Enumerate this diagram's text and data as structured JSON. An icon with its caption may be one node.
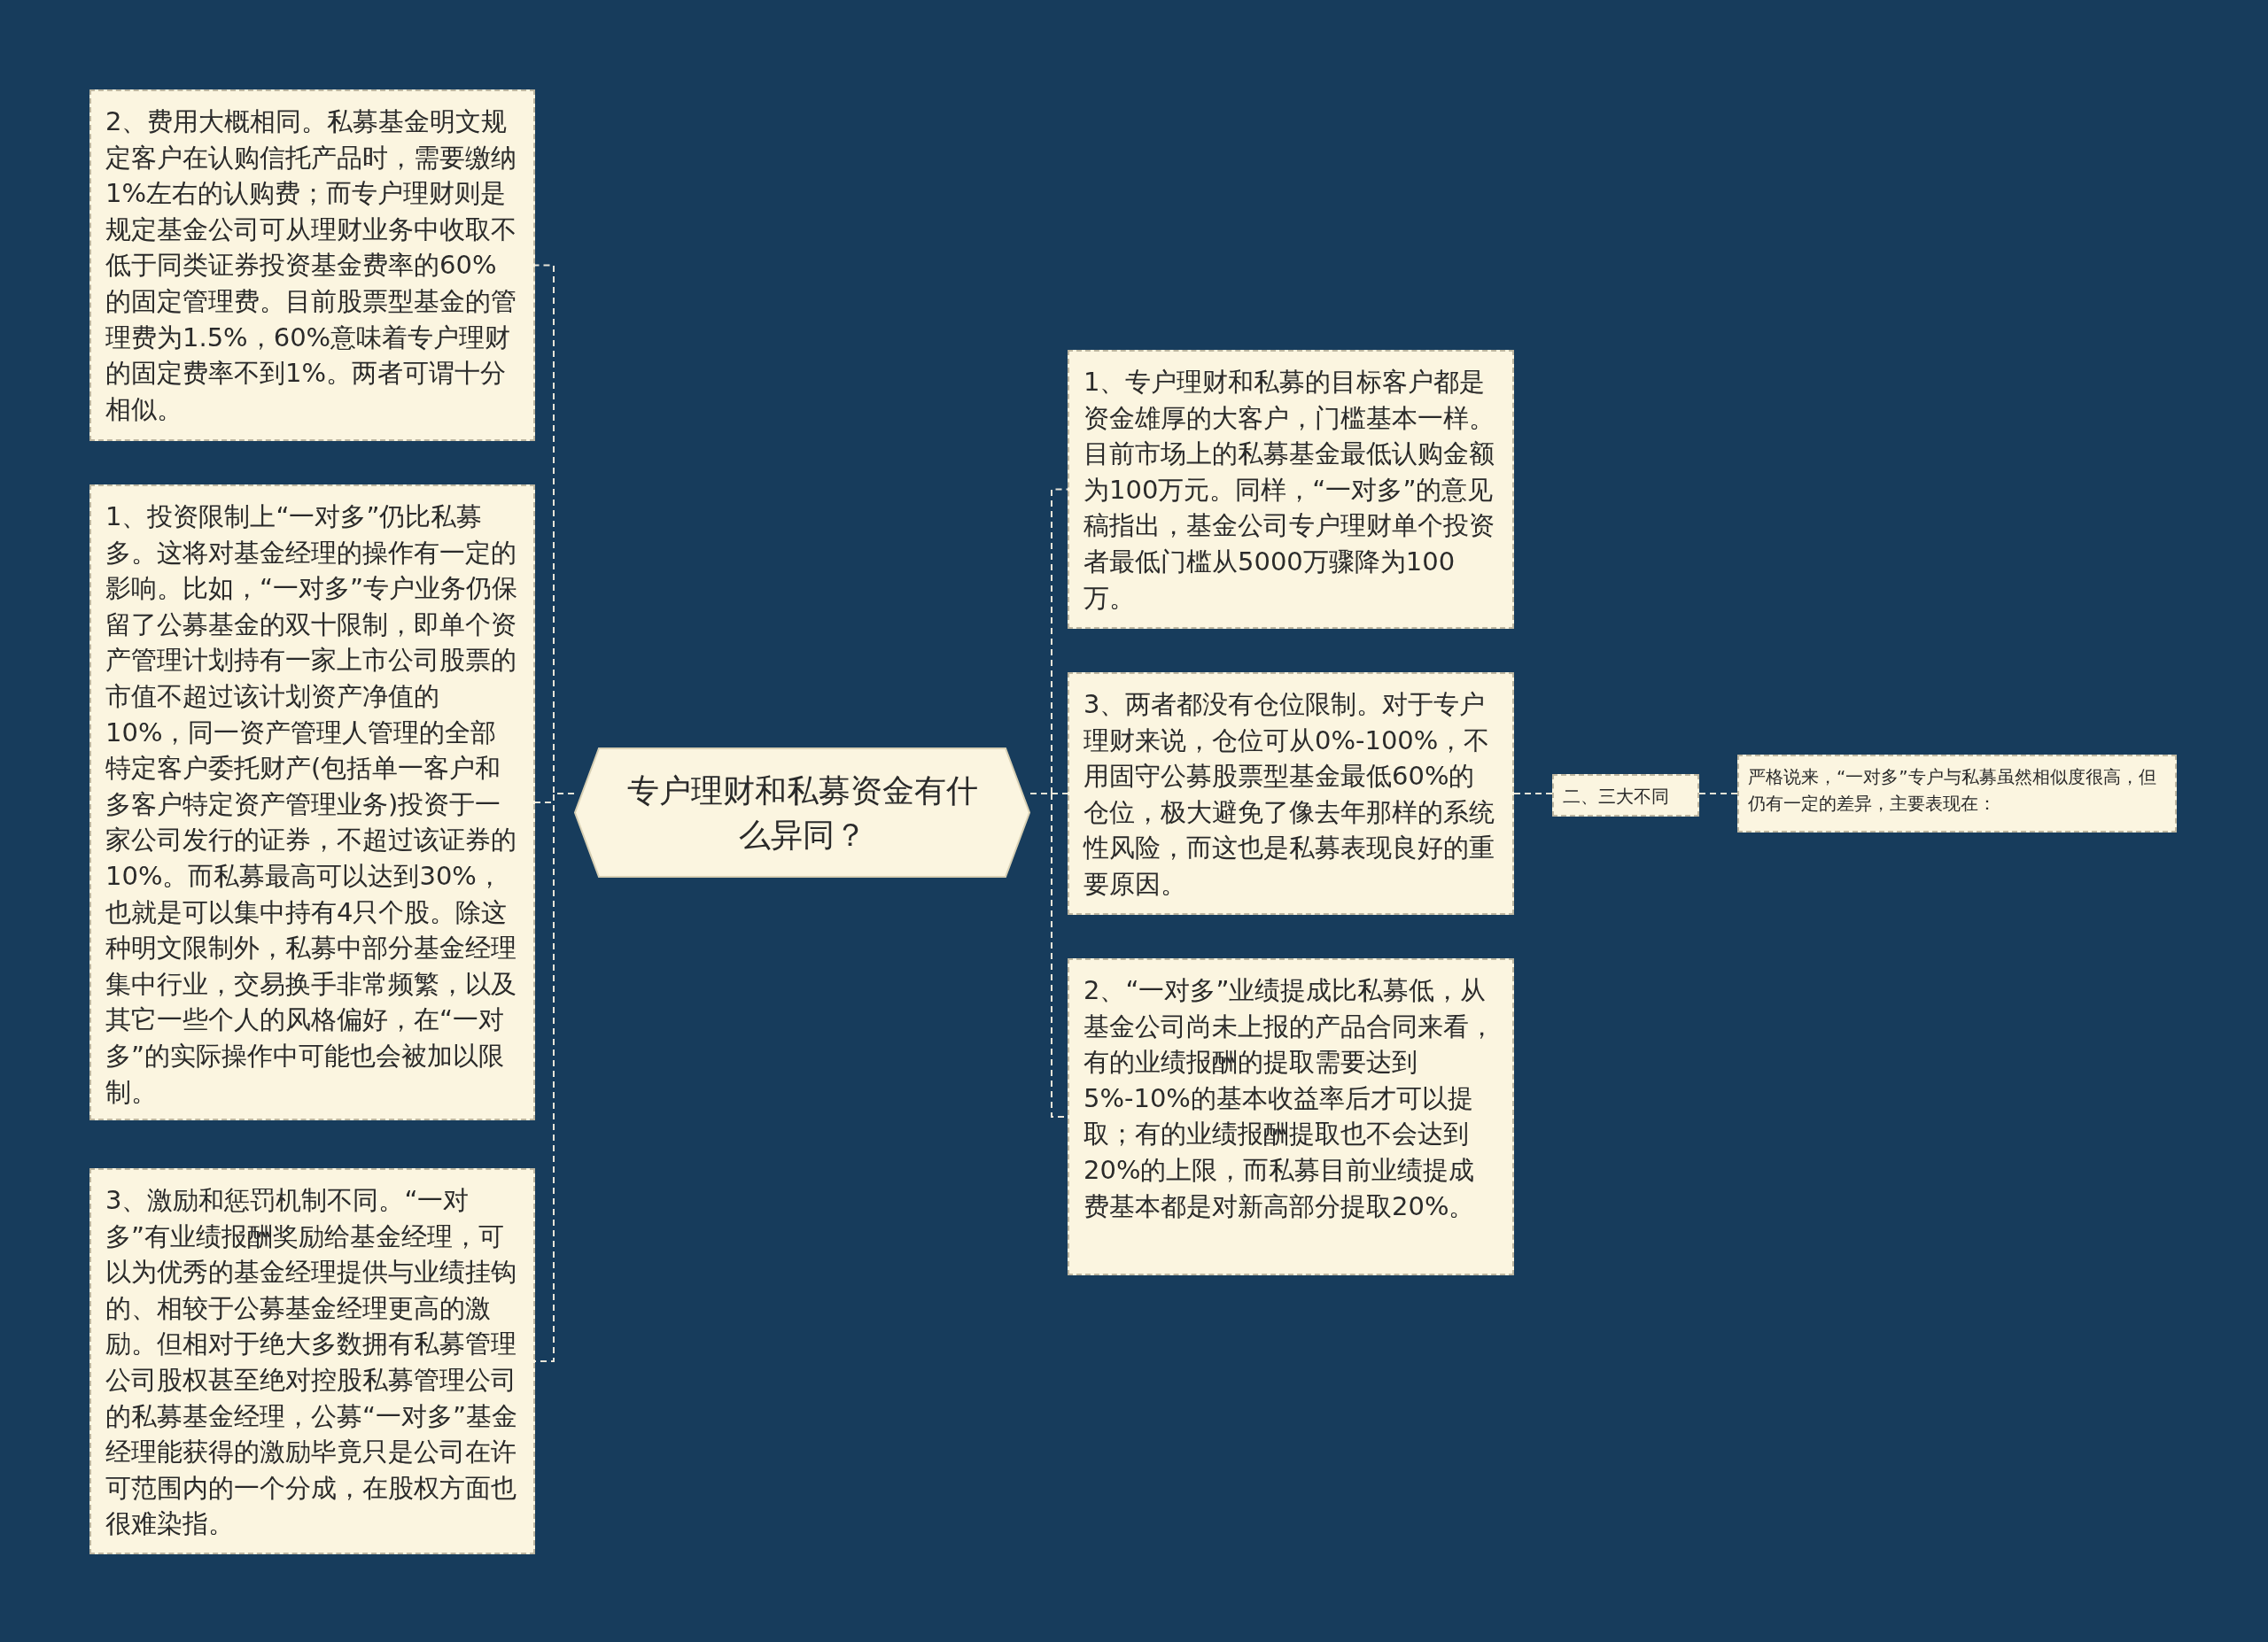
{
  "diagram": {
    "nodes": [
      {
        "text": [
          "专户理财和私募资金有什么异同？"
        ]
      },
      {
        "text": [
          "2、费用大概相同。私募基金明文规定客户在认购信托产品时，需要缴纳1%左右的认购费；而专户理财则是规定基金公司可从理财业务中收取不低于同类证券投资基金费率的60%的固定管理费。目前股票型基金的管理费为1.5%，60%意味着专户理财的固定费率不到1%。两者可谓十分相似。"
        ]
      },
      {
        "text": [
          "1、投资限制上“一对多”仍比私募多。这将对基金经理的操作有一定的影响。比如，“一对多”专户业务仍保留了公募基金的双十限制，即单个资产管理计划持有一家上市公司股票的市值不超过该计划资产净值的10%，同一资产管理人管理的全部特定客户委托财产(包括单一客户和多客户特定资产管理业务)投资于一家公司发行的证券，不超过该证券的10%。而私募最高可以达到30%，也就是可以集中持有4只个股。除这种明文限制外，私募中部分基金经理集中行业，交易换手非常频繁，以及其它一些个人的风格偏好，在“一对多”的实际操作中可能也会被加以限制。"
        ]
      },
      {
        "text": [
          "3、激励和惩罚机制不同。“一对多”有业绩报酬奖励给基金经理，可以为优秀的基金经理提供与业绩挂钩的、相较于公募基金经理更高的激励。但相对于绝大多数拥有私募管理公司股权甚至绝对控股私募管理公司的私募基金经理，公募“一对多”基金经理能获得的激励毕竟只是公司在许可范围内的一个分成，在股权方面也很难染指。"
        ]
      },
      {
        "text": [
          "1、专户理财和私募的目标客户都是资金雄厚的大客户，门槛基本一样。目前市场上的私募基金最低认购金额为100万元。同样，“一对多”的意见稿指出，基金公司专户理财单个投资者最低门槛从5000万骤降为100万。"
        ]
      },
      {
        "text": [
          "3、两者都没有仓位限制。对于专户理财来说，仓位可从0%-100%，不用固守公募股票型基金最低60%的仓位，极大避免了像去年那样的系统性风险，而这也是私募表现良好的重要原因。"
        ]
      },
      {
        "text": [
          "2、“一对多”业绩提成比私募低，从基金公司尚未上报的产品合同来看，有的业绩报酬的提取需要达到5%-10%的基本收益率后才可以提取；有的业绩报酬提取也不会达到20%的上限，而私募目前业绩提成费基本都是对新高部分提取20%。"
        ]
      },
      {
        "text": [
          "二、三大不同"
        ]
      },
      {
        "text": [
          "严格说来，“一对多”专户与私募虽然相似度很高，但仍有一定的差异，主要表现在："
        ]
      }
    ],
    "edges": [
      {
        "from": 0,
        "to": 1,
        "arrow": "none"
      },
      {
        "from": 0,
        "to": 2,
        "arrow": "none"
      },
      {
        "from": 0,
        "to": 3,
        "arrow": "none"
      },
      {
        "from": 0,
        "to": 4,
        "arrow": "none"
      },
      {
        "from": 0,
        "to": 5,
        "arrow": "none"
      },
      {
        "from": 0,
        "to": 6,
        "arrow": "none"
      },
      {
        "from": 5,
        "to": 7,
        "arrow": "none"
      },
      {
        "from": 7,
        "to": 8,
        "arrow": "none"
      }
    ]
  }
}
